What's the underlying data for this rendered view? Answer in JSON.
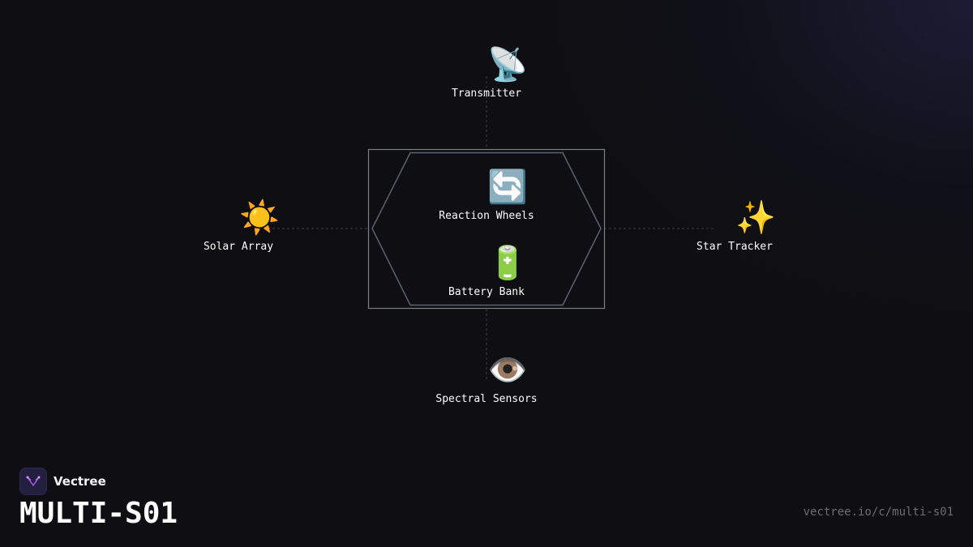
{
  "diagram": {
    "nodes": {
      "transmitter": {
        "icon": "satellite-antenna-icon",
        "glyph": "📡",
        "label": "Transmitter"
      },
      "reaction_wheels": {
        "icon": "cycle-arrows-icon",
        "glyph": "🔄",
        "label": "Reaction Wheels"
      },
      "battery_bank": {
        "icon": "battery-icon",
        "glyph": "🔋",
        "label": "Battery Bank"
      },
      "solar_array": {
        "icon": "sun-icon",
        "glyph": "☀️",
        "label": "Solar Array"
      },
      "star_tracker": {
        "icon": "sparkles-icon",
        "glyph": "✨",
        "label": "Star Tracker"
      },
      "spectral_sensors": {
        "icon": "eye-icon",
        "glyph": "👁️",
        "label": "Spectral Sensors"
      }
    },
    "colors": {
      "hexagon_stroke": "#5a6270",
      "frame_stroke": "#7a7f88",
      "connector": "#3a3d46"
    }
  },
  "brand": {
    "name": "Vectree",
    "logo_icon": "vectree-logo-icon",
    "logo_bg": "#221f3f",
    "logo_accent": "#a14ee0"
  },
  "page": {
    "title": "MULTI-S01",
    "url": "vectree.io/c/multi-s01"
  },
  "colors": {
    "background": "#0f0f13",
    "text": "#ffffff",
    "muted": "#6b6b72"
  }
}
